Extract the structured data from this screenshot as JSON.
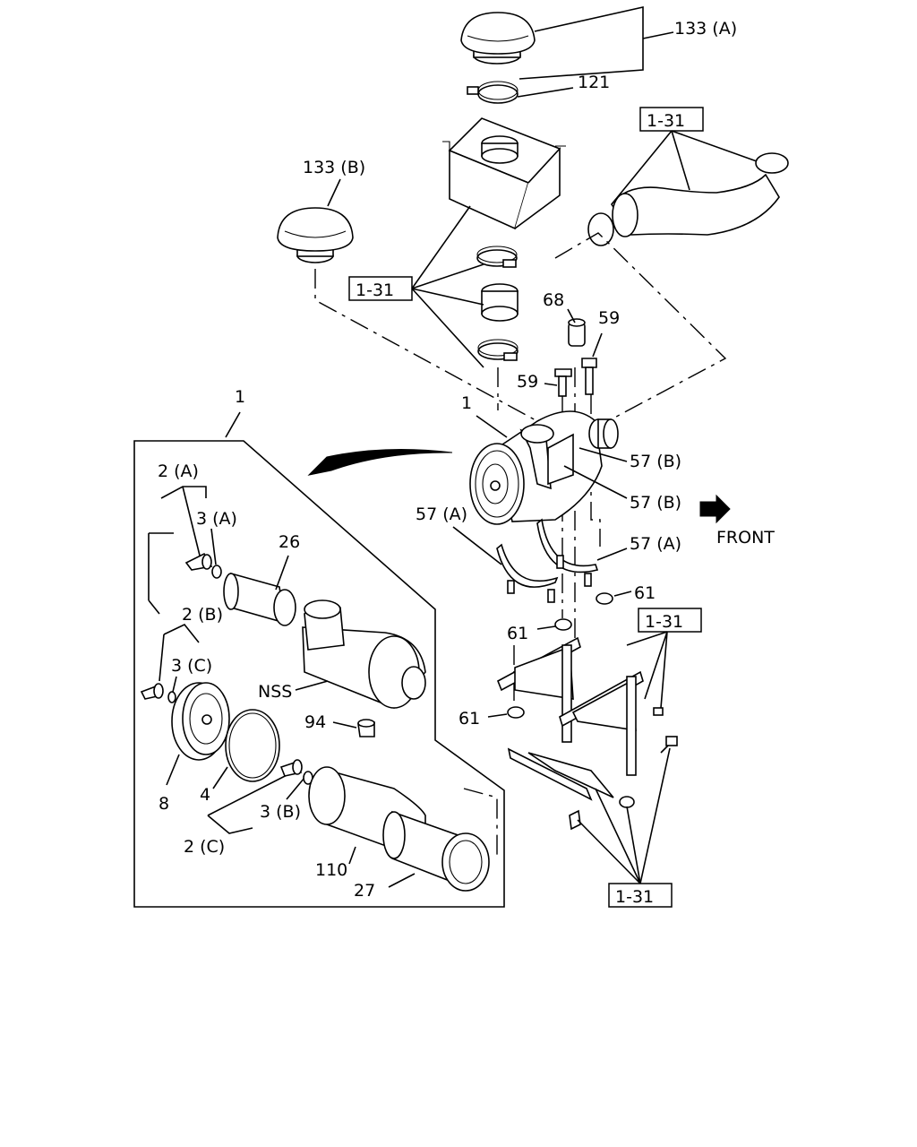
{
  "labels": {
    "l_133a": "133 (A)",
    "l_121": "121",
    "l_131_top": "1-31",
    "l_133b": "133 (B)",
    "l_131_mid": "1-31",
    "l_68": "68",
    "l_59a": "59",
    "l_59b": "59",
    "l_1_assembly": "1",
    "l_1_callout": "1",
    "l_57b_a": "57 (B)",
    "l_57b_b": "57 (B)",
    "l_57a_left": "57 (A)",
    "l_57a_right": "57 (A)",
    "l_front": "FRONT",
    "l_61_right": "61",
    "l_61_mid": "61",
    "l_61_low": "61",
    "l_131_right": "1-31",
    "l_131_bottom": "1-31",
    "l_2a": "2 (A)",
    "l_3a": "3 (A)",
    "l_26": "26",
    "l_2b": "2 (B)",
    "l_3c": "3 (C)",
    "l_nss": "NSS",
    "l_94": "94",
    "l_8": "8",
    "l_4": "4",
    "l_3b": "3 (B)",
    "l_2c": "2 (C)",
    "l_110": "110",
    "l_27": "27"
  }
}
